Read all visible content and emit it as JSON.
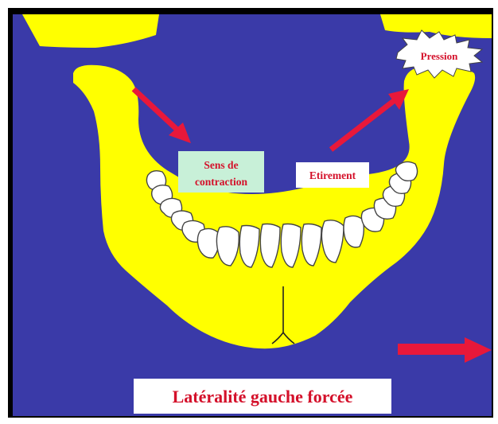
{
  "labels": {
    "pression": "Pression",
    "sens_de_line1": "Sens de",
    "sens_de_line2": "contraction",
    "etirement": "Etirement",
    "title": "Latéralité gauche forcée"
  },
  "colors": {
    "background": "#3a3aa8",
    "bone": "#ffff00",
    "arrow": "#e8183a",
    "label_text": "#d4102a",
    "label_box_green": "#c8f0d8",
    "tooth": "#ffffff",
    "frame": "#000000"
  },
  "icons": {
    "pression_burst": "starburst-icon",
    "direction_arrow": "arrow-right-icon"
  }
}
